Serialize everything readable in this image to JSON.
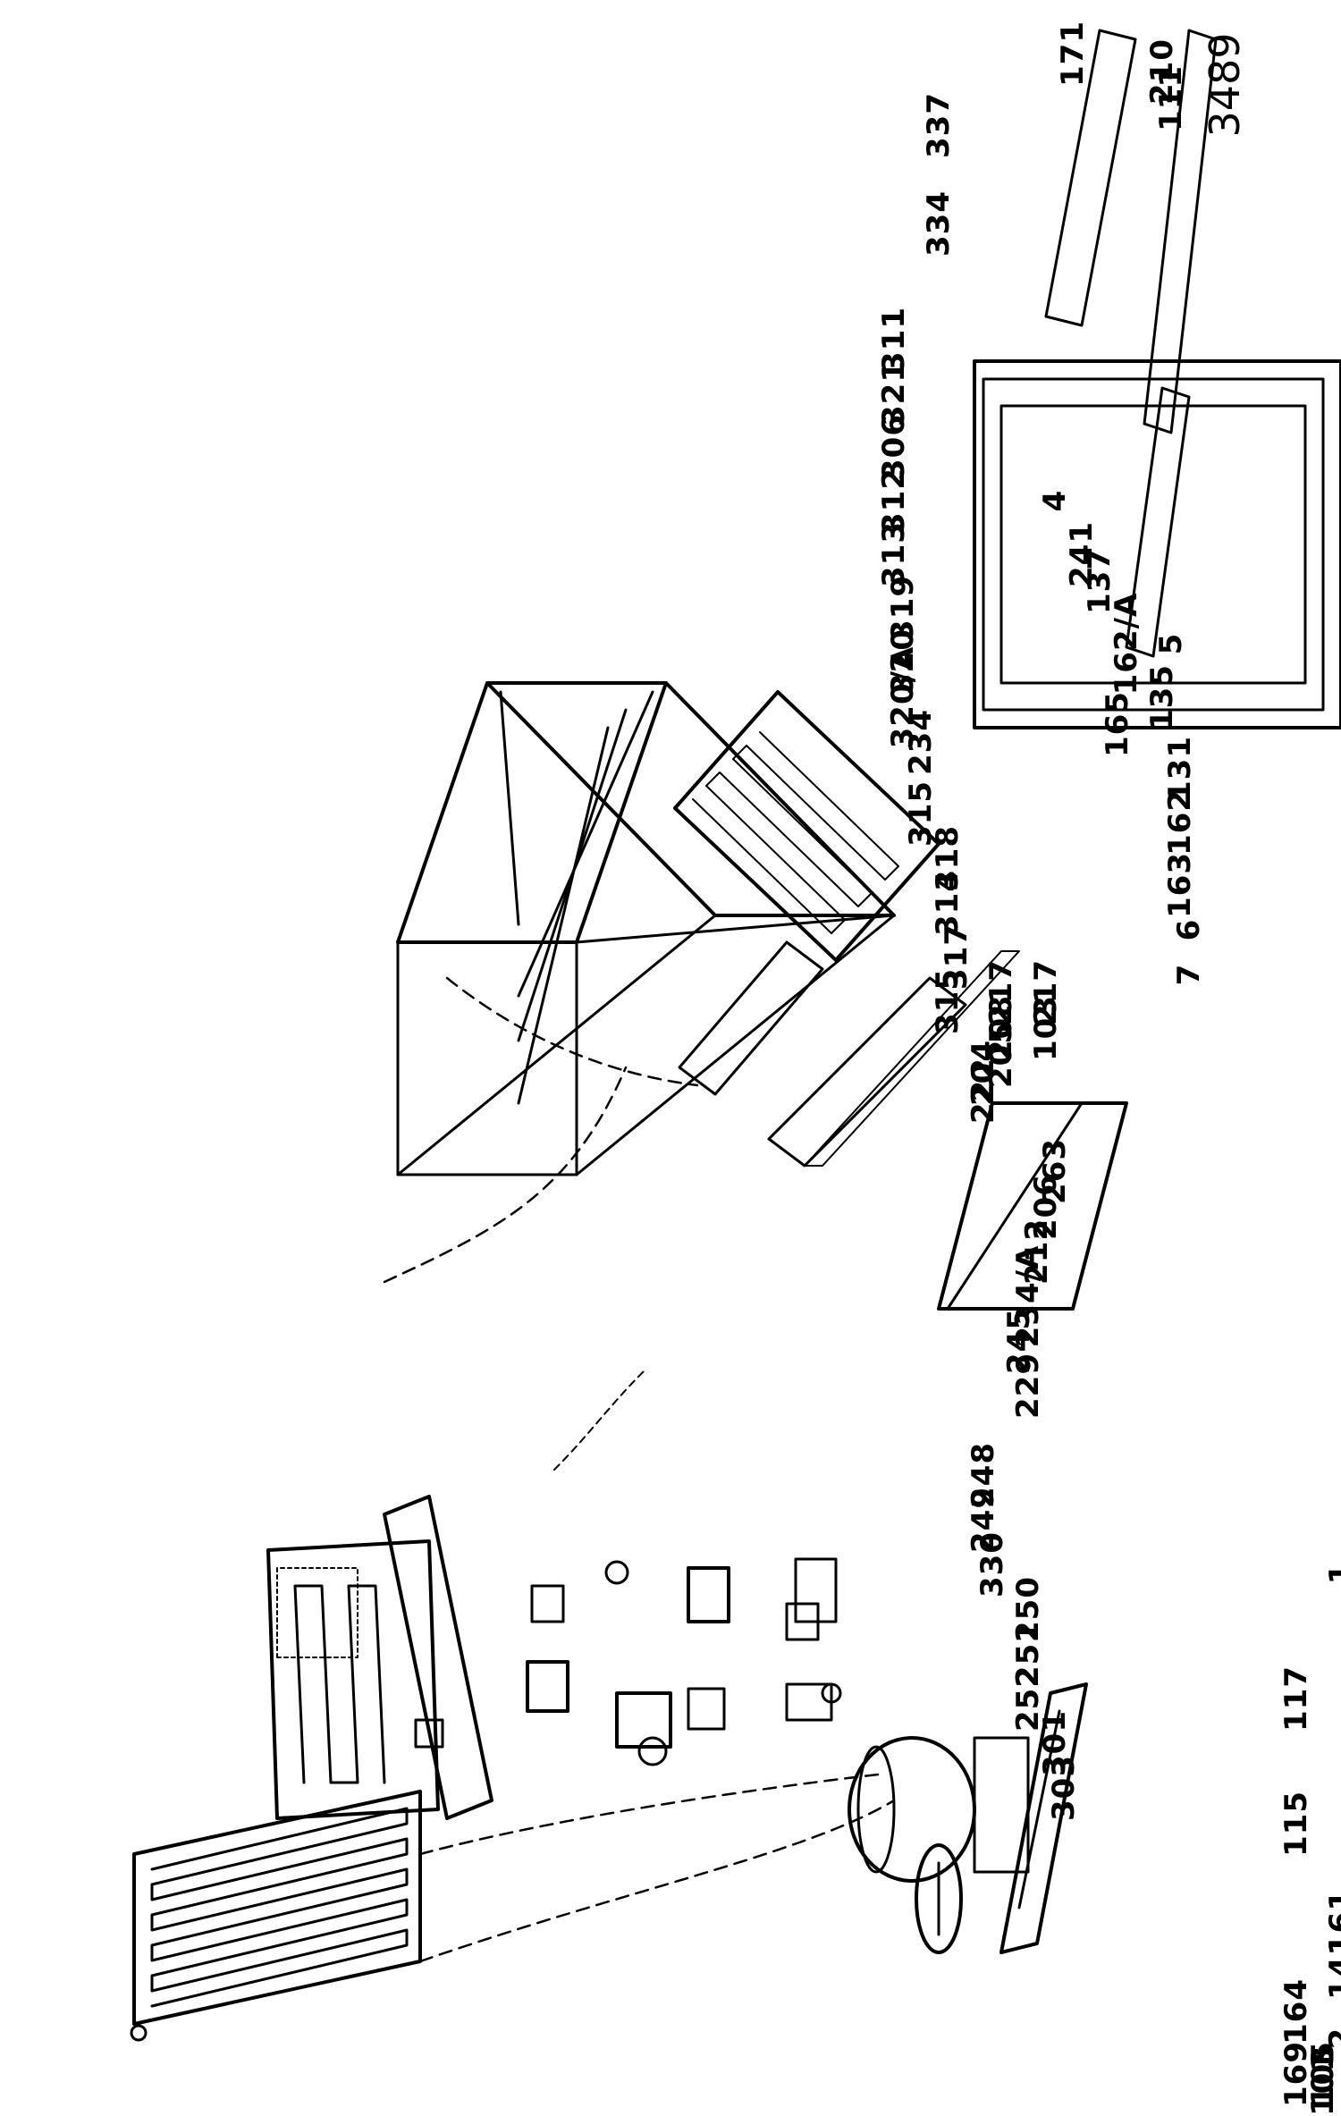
{
  "drawing_number": "3489",
  "labels": [
    "1",
    "117",
    "115",
    "161",
    "141",
    "164",
    "2",
    "3",
    "105",
    "169",
    "101",
    "210",
    "111",
    "171",
    "4",
    "241",
    "137",
    "162/A",
    "5",
    "135",
    "165",
    "131",
    "162",
    "163",
    "6",
    "7",
    "217",
    "103",
    "217",
    "208",
    "205",
    "204",
    "222",
    "263",
    "206",
    "212",
    "234/A",
    "245",
    "229",
    "248",
    "249",
    "330",
    "250",
    "251",
    "252",
    "301",
    "303",
    "337",
    "334",
    "311",
    "321",
    "306",
    "312",
    "313",
    "319",
    "320",
    "320/A",
    "234",
    "315",
    "318",
    "314",
    "317",
    "315"
  ]
}
